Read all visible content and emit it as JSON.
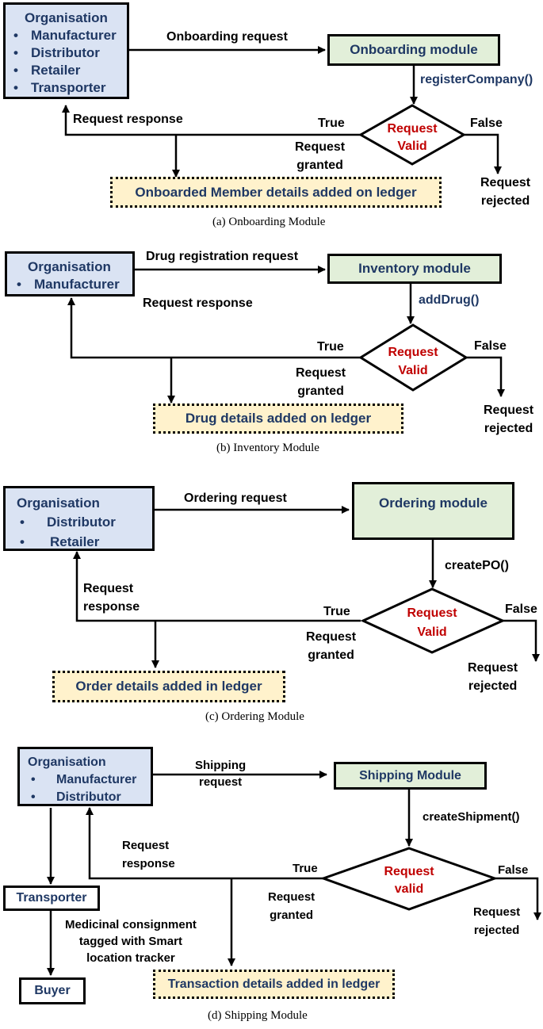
{
  "panels": {
    "a": {
      "org_title": "Organisation",
      "org_items": [
        "Manufacturer",
        "Distributor",
        "Retailer",
        "Transporter"
      ],
      "request_label": "Onboarding request",
      "module_label": "Onboarding module",
      "function_label": "registerCompany()",
      "diamond_line1": "Request",
      "diamond_line2": "Valid",
      "true_label": "True",
      "false_label": "False",
      "response_label": "Request response",
      "granted_line1": "Request",
      "granted_line2": "granted",
      "rejected_line1": "Request",
      "rejected_line2": "rejected",
      "ledger_label": "Onboarded Member details added on ledger",
      "caption": "(a)  Onboarding Module"
    },
    "b": {
      "org_title": "Organisation",
      "org_items": [
        "Manufacturer"
      ],
      "request_label": "Drug registration request",
      "module_label": "Inventory module",
      "function_label": "addDrug()",
      "diamond_line1": "Request",
      "diamond_line2": "Valid",
      "true_label": "True",
      "false_label": "False",
      "response_label": "Request response",
      "granted_line1": "Request",
      "granted_line2": "granted",
      "rejected_line1": "Request",
      "rejected_line2": "rejected",
      "ledger_label": "Drug details added on ledger",
      "caption": "(b)  Inventory Module"
    },
    "c": {
      "org_title": "Organisation",
      "org_items": [
        "Distributor",
        "Retailer"
      ],
      "request_label": "Ordering request",
      "module_label": "Ordering module",
      "function_label": "createPO()",
      "diamond_line1": "Request",
      "diamond_line2": "Valid",
      "true_label": "True",
      "false_label": "False",
      "response_line1": "Request",
      "response_line2": "response",
      "granted_line1": "Request",
      "granted_line2": "granted",
      "rejected_line1": "Request",
      "rejected_line2": "rejected",
      "ledger_label": "Order details added in ledger",
      "caption": "(c)  Ordering Module"
    },
    "d": {
      "org_title": "Organisation",
      "org_items": [
        "Manufacturer",
        "Distributor"
      ],
      "request_line1": "Shipping",
      "request_line2": "request",
      "module_label": "Shipping Module",
      "function_label": "createShipment()",
      "diamond_line1": "Request",
      "diamond_line2": "valid",
      "true_label": "True",
      "false_label": "False",
      "response_line1": "Request",
      "response_line2": "response",
      "granted_line1": "Request",
      "granted_line2": "granted",
      "rejected_line1": "Request",
      "rejected_line2": "rejected",
      "transporter_label": "Transporter",
      "buyer_label": "Buyer",
      "consignment_line1": "Medicinal consignment",
      "consignment_line2": "tagged with Smart",
      "consignment_line3": "location tracker",
      "ledger_label": "Transaction details added in ledger",
      "caption": "(d) Shipping Module"
    }
  },
  "colors": {
    "org_fill": "#dae3f3",
    "module_fill": "#e2efd9",
    "ledger_fill": "#fff2cc",
    "navy_text": "#1f3864",
    "diamond_text": "#c00000"
  }
}
